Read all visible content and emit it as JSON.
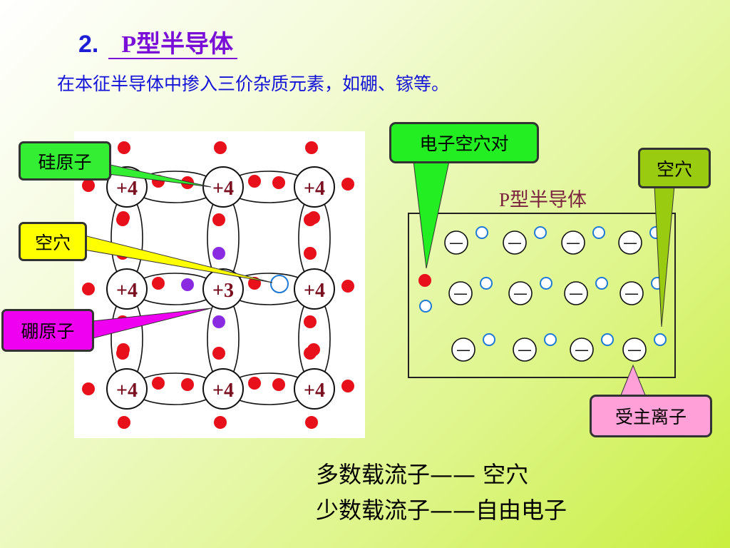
{
  "title": {
    "number": "2.",
    "text": "P型半导体"
  },
  "subtitle": "在本征半导体中掺入三价杂质元素，如硼、镓等。",
  "lattice": {
    "atoms": [
      "+4",
      "+4",
      "+4",
      "+4",
      "+3",
      "+4",
      "+4",
      "+4",
      "+4"
    ]
  },
  "callouts": {
    "silicon_atom": "硅原子",
    "hole_left": "空穴",
    "boron_atom": "硼原子",
    "electron_hole_pair": "电子空穴对",
    "hole_right": "空穴",
    "acceptor_ion": "受主离子"
  },
  "ptype_box": {
    "label": "P型半导体",
    "ion_symbol": "—"
  },
  "summary": {
    "majority": "多数载流子——  空穴",
    "minority": "少数载流子——自由电子"
  },
  "colors": {
    "electron": "#e8101a",
    "hole": "#1e7ad6",
    "boron_electron": "#8a2be2",
    "title": "#1d1dd6"
  }
}
